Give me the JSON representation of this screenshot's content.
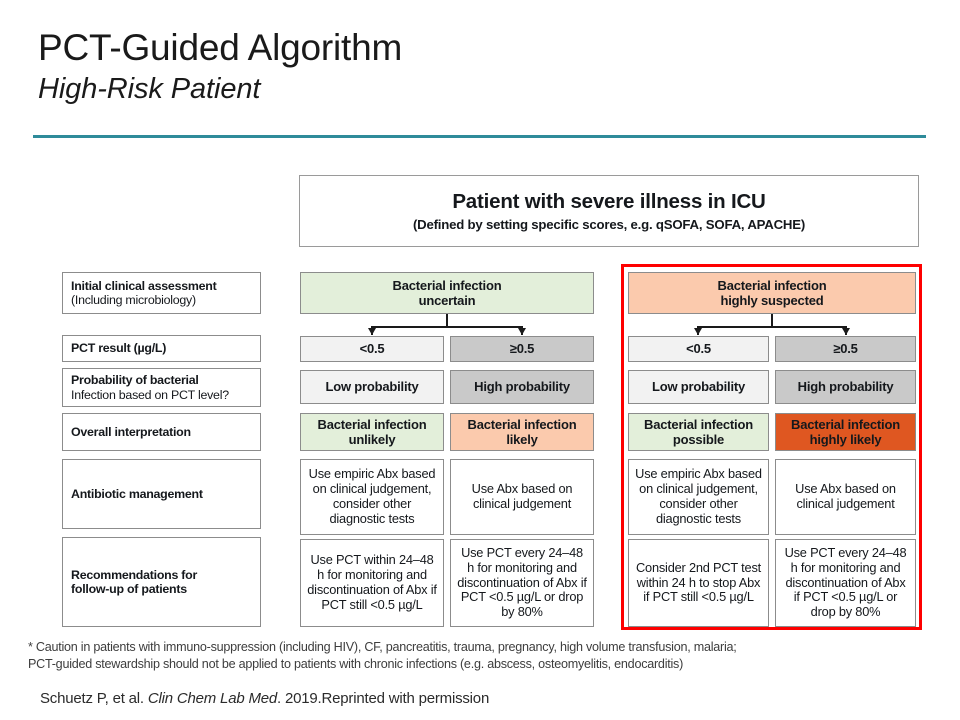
{
  "slide": {
    "title": "PCT-Guided Algorithm",
    "subtitle": "High-Risk Patient"
  },
  "figure": {
    "header": {
      "line1": "Patient with severe illness in ICU",
      "line2": "(Defined by setting specific scores, e.g. qSOFA, SOFA, APACHE)"
    },
    "row_labels": [
      {
        "bold": "Initial clinical assessment",
        "normal": "(Including microbiology)"
      },
      {
        "bold": "PCT result (µg/L)",
        "normal": ""
      },
      {
        "bold": "Probability of bacterial",
        "normal": "Infection based on PCT level?"
      },
      {
        "bold": "Overall interpretation",
        "normal": ""
      },
      {
        "bold": "Antibiotic management",
        "normal": ""
      },
      {
        "bold": "Recommendations for",
        "normal": "follow-up of patients"
      }
    ],
    "branch_uncertain": {
      "header_line1": "Bacterial infection",
      "header_line2": "uncertain",
      "pct_low": "<0.5",
      "pct_high": "≥0.5",
      "prob_low": "Low probability",
      "prob_high": "High probability",
      "interp_low_line1": "Bacterial infection",
      "interp_low_line2": "unlikely",
      "interp_high_line1": "Bacterial infection",
      "interp_high_line2": "likely",
      "abx_low": "Use empiric Abx based on clinical judgement, consider other diagnostic tests",
      "abx_high": "Use Abx based on clinical judgement",
      "followup_low": "Use PCT within 24–48 h for monitoring and discontinuation of Abx if PCT still <0.5 µg/L",
      "followup_high": "Use PCT every 24–48 h for monitoring and discontinuation of Abx if PCT <0.5 µg/L or drop by 80%"
    },
    "branch_suspected": {
      "header_line1": "Bacterial infection",
      "header_line2": "highly suspected",
      "pct_low": "<0.5",
      "pct_high": "≥0.5",
      "prob_low": "Low probability",
      "prob_high": "High probability",
      "interp_low_line1": "Bacterial infection",
      "interp_low_line2": "possible",
      "interp_high_line1": "Bacterial infection",
      "interp_high_line2": "highly likely",
      "abx_low": "Use empiric Abx based on clinical judgement, consider other diagnostic tests",
      "abx_high": "Use Abx based on clinical judgement",
      "followup_low": "Consider 2nd PCT test within 24 h to stop Abx if PCT still <0.5 µg/L",
      "followup_high": "Use PCT every 24–48 h for monitoring and discontinuation of Abx if PCT <0.5 µg/L or drop by 80%"
    }
  },
  "footnote": {
    "line1": "* Caution in patients with immuno-suppression (including HIV), CF, pancreatitis, trauma, pregnancy, high volume transfusion, malaria;",
    "line2": "PCT-guided stewardship should not be applied to patients with chronic infections (e.g. abscess, osteomyelitis, endocarditis)"
  },
  "credit": {
    "authors": "Schuetz P, et al. ",
    "journal": "Clin Chem Lab Med",
    "rest": ". 2019.Reprinted with permission"
  },
  "colors": {
    "accent_rule": "#2e8b9a",
    "highlight_frame": "#fe0000",
    "green": "#e3efda",
    "peach": "#fbcaad",
    "orange": "#df5721",
    "gray": "#c9c9c9",
    "light_gray": "#f2f2f2"
  }
}
